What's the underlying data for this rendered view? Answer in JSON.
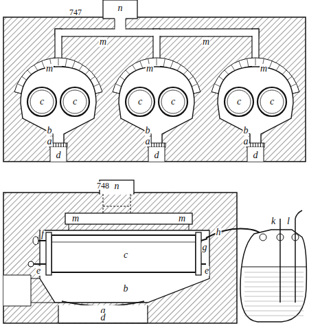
{
  "diagram": {
    "labels": [
      "747",
      "n",
      "m",
      "m",
      "m",
      "m",
      "m",
      "c",
      "c",
      "c",
      "c",
      "c",
      "c",
      "b",
      "b",
      "b",
      "a",
      "a",
      "a",
      "d",
      "d",
      "d",
      "748",
      "n",
      "m",
      "m",
      "f",
      "g",
      "c",
      "h",
      "k",
      "l",
      "e",
      "e",
      "b",
      "a",
      "d"
    ]
  }
}
